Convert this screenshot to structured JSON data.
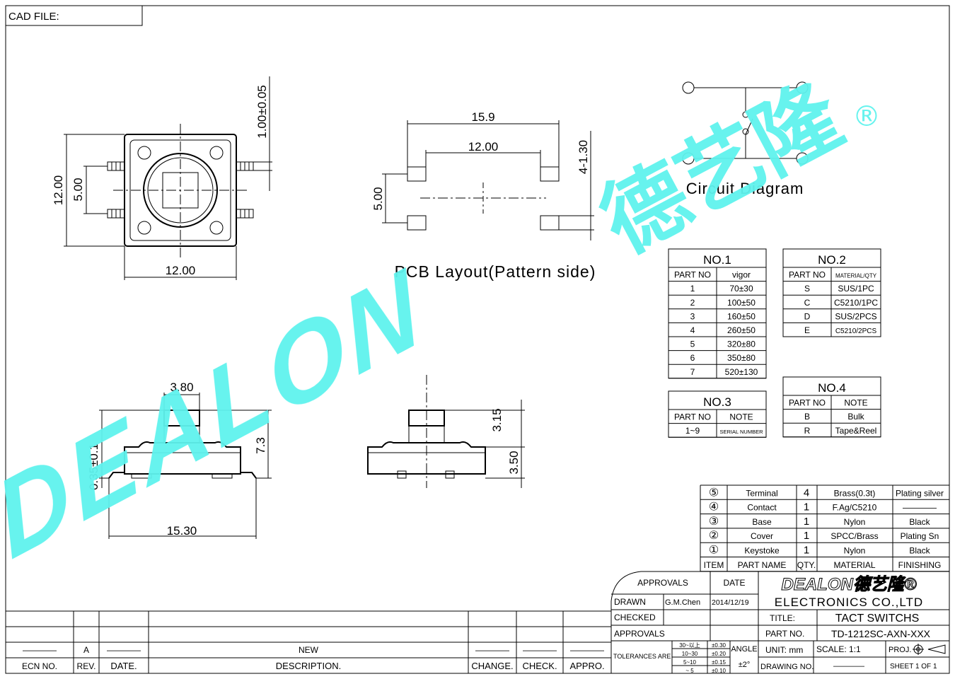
{
  "cad_file_label": "CAD FILE:",
  "watermark": {
    "latin": "DEALON",
    "chinese": "德艺隆",
    "registered": "®",
    "color": "#5ff3ee"
  },
  "top_view": {
    "dim_height": "12.00",
    "dim_pin_spacing": "5.00",
    "dim_width": "12.00",
    "dim_top": "1.00±0.05"
  },
  "pcb": {
    "dim_outer": "15.9",
    "dim_inner": "12.00",
    "dim_height": "5.00",
    "dim_pad": "4-1.30",
    "caption": "PCB Layout(Pattern side)"
  },
  "circuit": {
    "caption": "Circuit Diagram"
  },
  "side_view": {
    "dim_plunger": "3.80",
    "dim_total": "7.3",
    "dim_terminal": "0.35±0.1",
    "dim_length": "15.30",
    "dim_plunger_h": "3.15",
    "dim_body_h": "3.50"
  },
  "no1": {
    "title": "NO.1",
    "headers": [
      "PART NO",
      "vigor"
    ],
    "rows": [
      [
        "1",
        "70±30"
      ],
      [
        "2",
        "100±50"
      ],
      [
        "3",
        "160±50"
      ],
      [
        "4",
        "260±50"
      ],
      [
        "5",
        "320±80"
      ],
      [
        "6",
        "350±80"
      ],
      [
        "7",
        "520±130"
      ]
    ]
  },
  "no2": {
    "title": "NO.2",
    "headers": [
      "PART NO",
      "MATERIAL/QTY"
    ],
    "rows": [
      [
        "S",
        "SUS/1PC"
      ],
      [
        "C",
        "C5210/1PC"
      ],
      [
        "D",
        "SUS/2PCS"
      ],
      [
        "E",
        "C5210/2PCS"
      ]
    ]
  },
  "no3": {
    "title": "NO.3",
    "headers": [
      "PART NO",
      "NOTE"
    ],
    "rows": [
      [
        "1~9",
        "SERIAL NUMBER"
      ]
    ]
  },
  "no4": {
    "title": "NO.4",
    "headers": [
      "PART NO",
      "NOTE"
    ],
    "rows": [
      [
        "B",
        "Bulk"
      ],
      [
        "R",
        "Tape&Reel"
      ]
    ]
  },
  "bom": {
    "rows": [
      [
        "⑤",
        "Terminal",
        "4",
        "Brass(0.3t)",
        "Plating silver"
      ],
      [
        "④",
        "Contact",
        "1",
        "F.Ag/C5210",
        "————"
      ],
      [
        "③",
        "Base",
        "1",
        "Nylon",
        "Black"
      ],
      [
        "②",
        "Cover",
        "1",
        "SPCC/Brass",
        "Plating Sn"
      ],
      [
        "①",
        "Keystoke",
        "1",
        "Nylon",
        "Black"
      ]
    ],
    "headers": [
      "ITEM",
      "PART NAME",
      "QTY.",
      "MATERIAL",
      "FINISHING"
    ]
  },
  "title_block": {
    "approvals": "APPROVALS",
    "date": "DATE",
    "drawn": "DRAWN",
    "drawn_by": "G.M.Chen",
    "drawn_date": "2014/12/19",
    "checked": "CHECKED",
    "approvals2": "APPROVALS",
    "logo": "DEALON德艺隆®",
    "company": "ELECTRONICS CO.,LTD",
    "title_label": "TITLE:",
    "title": "TACT SWITCHS",
    "part_label": "PART NO.",
    "part_no": "TD-1212SC-AXN-XXX",
    "tolerances": "TOLERANCES ARE",
    "tol_ranges": [
      "30~以上",
      "10~30",
      "5~10",
      "~ 5"
    ],
    "tol_values": [
      "±0.30",
      "±0.20",
      "±0.15",
      "±0.10"
    ],
    "angle": "ANGLE",
    "angle_value": "±2°",
    "unit": "UNIT: mm",
    "scale": "SCALE:  1:1",
    "proj": "PROJ.",
    "drawing_no": "DRAWING NO.",
    "drawing_no_value": "————",
    "sheet": "SHEET  1 OF 1"
  },
  "revision": {
    "headers": [
      "ECN NO.",
      "REV.",
      "DATE.",
      "DESCRIPTION.",
      "CHANGE.",
      "CHECK.",
      "APPRO."
    ],
    "row": [
      "————",
      "A",
      "————",
      "NEW",
      "————",
      "————",
      "————"
    ]
  }
}
